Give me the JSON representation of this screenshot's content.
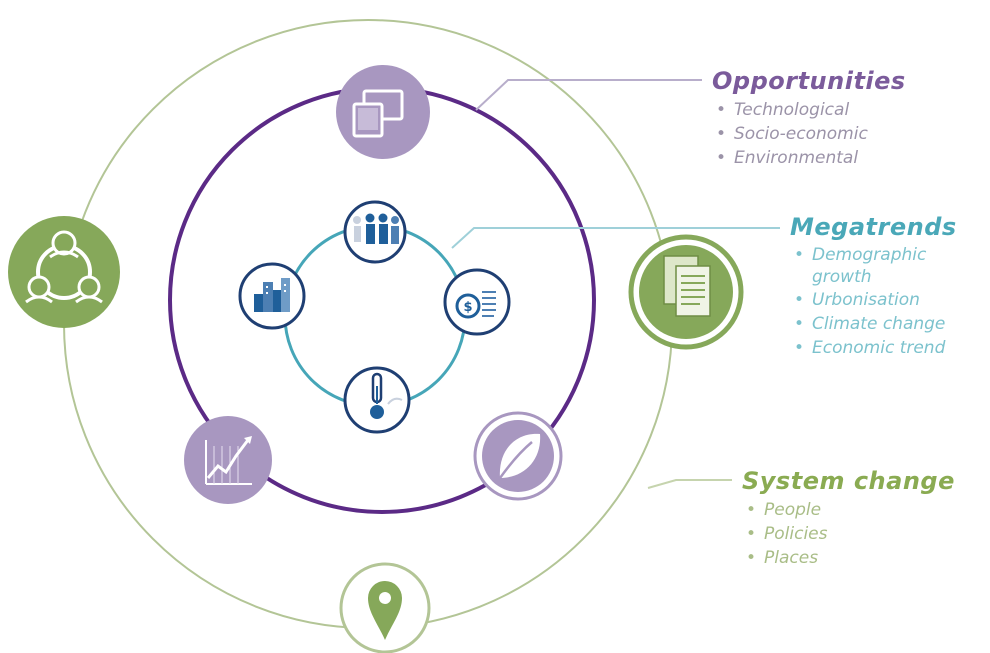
{
  "legend": {
    "opportunities": {
      "heading": "Opportunities",
      "items": [
        "Technological",
        "Socio-economic",
        "Environmental"
      ]
    },
    "megatrends": {
      "heading": "Megatrends",
      "items": [
        "Demographic growth",
        "Urbonisation",
        "Climate change",
        "Economic trend"
      ]
    },
    "system_change": {
      "heading": "System change",
      "items": [
        "People",
        "Policies",
        "Places"
      ]
    }
  },
  "colors": {
    "outer_ring": "#b3c596",
    "middle_ring": "#5b2a86",
    "inner_ring": "#46a6b8",
    "opportunity_icon_bg": "#a897c0",
    "megatrend_icon_stroke": "#1f3f73",
    "system_icon_green": "#86a85a"
  },
  "icons": {
    "outer": [
      "people-network-icon",
      "documents-icon",
      "location-pin-icon"
    ],
    "middle": [
      "devices-icon",
      "growth-chart-icon",
      "leaf-icon"
    ],
    "inner": [
      "population-icon",
      "city-buildings-icon",
      "money-icon",
      "thermometer-icon"
    ]
  }
}
